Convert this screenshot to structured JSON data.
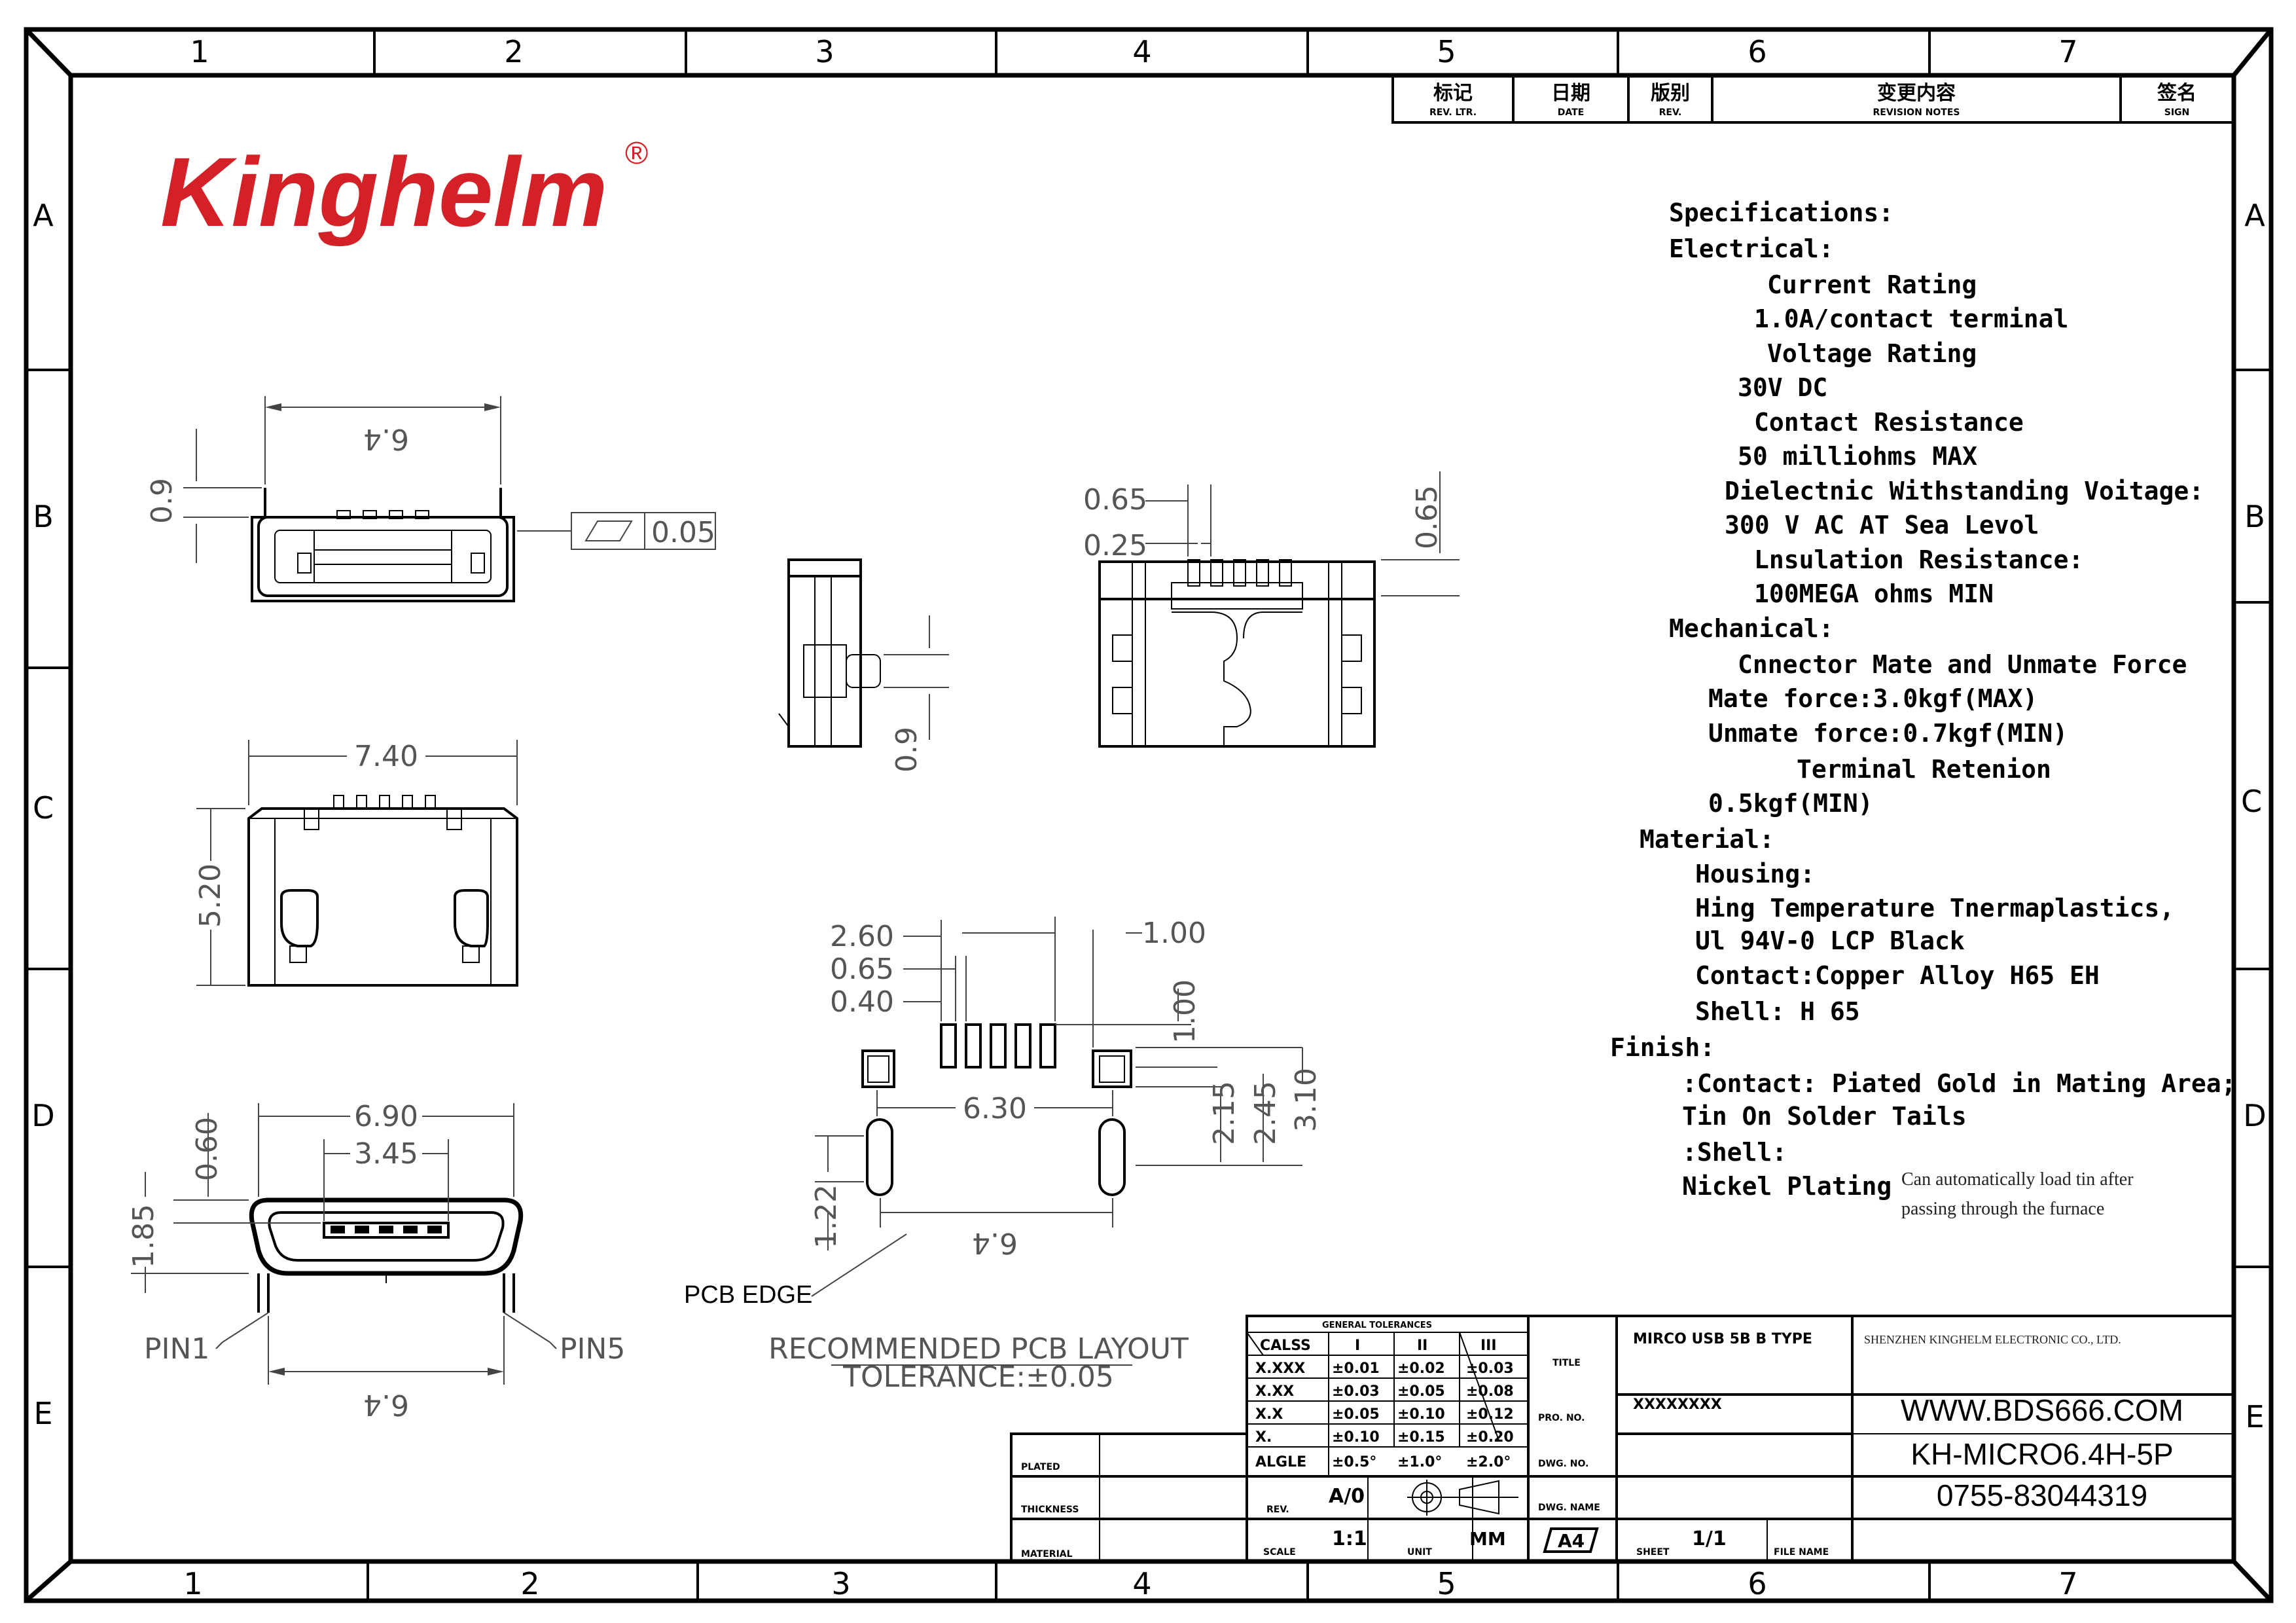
{
  "logo": {
    "text": "Kinghelm",
    "registered": "®",
    "color": "#d42127"
  },
  "zones": {
    "cols": [
      "1",
      "2",
      "3",
      "4",
      "5",
      "6",
      "7"
    ],
    "rows": [
      "A",
      "B",
      "C",
      "D",
      "E"
    ]
  },
  "revision": {
    "headers": [
      {
        "cn": "标记",
        "en": "REV. LTR."
      },
      {
        "cn": "日期",
        "en": "DATE"
      },
      {
        "cn": "版别",
        "en": "REV."
      },
      {
        "cn": "变更内容",
        "en": "REVISION NOTES"
      },
      {
        "cn": "签名",
        "en": "SIGN"
      }
    ]
  },
  "specs": [
    "Specifications:",
    "Electrical:",
    "Current Rating",
    "1.0A/contact terminal",
    "Voltage Rating",
    "30V DC",
    "Contact Resistance",
    "50 milliohms MAX",
    "Dielectnic Withstanding Voitage:",
    "300 V AC AT Sea Levol",
    "Lnsulation Resistance:",
    "100MEGA ohms MIN",
    "Mechanical:",
    "Cnnector Mate and Unmate Force",
    "Mate force:3.0kgf(MAX)",
    "Unmate force:0.7kgf(MIN)",
    "Terminal Retenion",
    "0.5kgf(MIN)",
    "Material:",
    "Housing:",
    "Hing Temperature  Tnermaplastics,",
    "Ul 94V-0  LCP Black",
    "Contact:Copper Alloy H65 EH",
    "Shell:  H 65",
    "Finish:",
    ":Contact: Piated Gold in Mating Area;",
    "Tin On Solder Tails",
    ":Shell:",
    "Nickel Plating"
  ],
  "note": [
    "Can automatically load tin after",
    "passing through the furnace"
  ],
  "dims": {
    "top_6_4": "6.4",
    "top_0_9": "0.9",
    "flatness": "0.05",
    "d_065a": "0.65",
    "d_025": "0.25",
    "d_065b": "0.65",
    "side_09": "0.9",
    "w_740": "7.40",
    "h_520": "5.20",
    "w_690": "6.90",
    "w_345": "3.45",
    "h_060": "0.60",
    "h_185": "1.85",
    "pin1": "PIN1",
    "pin5": "PIN5",
    "bot_6_4": "6.4",
    "p_260": "2.60",
    "p_065": "0.65",
    "p_040": "0.40",
    "p_100a": "1.00",
    "p_100b": "1.00",
    "p_630": "6.30",
    "p_215": "2.15",
    "p_245": "2.45",
    "p_310": "3.10",
    "p_122": "1.22",
    "p_64": "6.4",
    "pcb_edge": "PCB EDGE",
    "layout_title": "RECOMMENDED PCB LAYOUT",
    "tolerance": "TOLERANCE:±0.05"
  },
  "titleblock": {
    "general_tol": "GENERAL TOLERANCES",
    "tol_header": [
      "CALSS",
      "I",
      "II",
      "III"
    ],
    "tol_rows": [
      [
        "X.XXX",
        "±0.01",
        "±0.02",
        "±0.03"
      ],
      [
        "X.XX",
        "±0.03",
        "±0.05",
        "±0.08"
      ],
      [
        "X.X",
        "±0.05",
        "±0.10",
        "±0.12"
      ],
      [
        "X.",
        "±0.10",
        "±0.15",
        "±0.20"
      ],
      [
        "ALGLE",
        "±0.5°",
        "±1.0°",
        "±2.0°"
      ]
    ],
    "title_label": "TITLE",
    "title_value": "MIRCO USB 5B B TYPE",
    "company": "SHENZHEN KINGHELM ELECTRONIC CO., LTD.",
    "pro_no_label": "PRO. NO.",
    "pro_no_value": "XXXXXXXX",
    "dwg_no_label": "DWG. NO.",
    "dwg_name_label": "DWG. NAME",
    "website": "WWW.BDS666.COM",
    "part": "KH-MICRO6.4H-5P",
    "phone": "0755-83044319",
    "plated": "PLATED",
    "thickness": "THICKNESS",
    "material": "MATERIAL",
    "rev_label": "REV.",
    "rev_value": "A/0",
    "scale_label": "SCALE",
    "scale_value": "1:1",
    "unit_label": "UNIT",
    "unit_value": "MM",
    "size_value": "A4",
    "sheet_label": "SHEET",
    "sheet_value": "1/1",
    "file_label": "FILE NAME"
  }
}
